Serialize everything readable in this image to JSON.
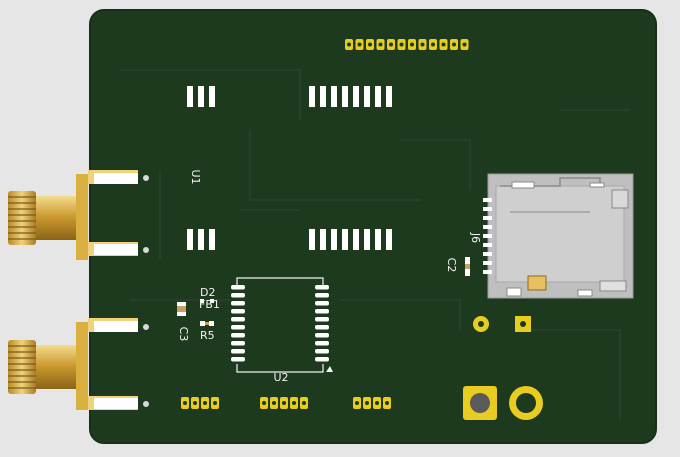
{
  "colors": {
    "background": "#e6e6e6",
    "board": "#1e3a1e",
    "board_edge": "#16301a",
    "copper_pad": "#ffffff",
    "gold": "#e8cd20",
    "connector_gold": "#d4a83a",
    "card_socket": "#bfbfbf",
    "silkscreen": "#f2f2f2"
  },
  "labels": {
    "u1": "U1",
    "u2": "U2",
    "d2": "D2",
    "fb1": "FB1",
    "r5": "R5",
    "c3": "C3",
    "c2": "C2",
    "j6": "J6"
  },
  "components": {
    "sma_connectors": 2,
    "top_header_pins": 12,
    "bottom_header_pins": [
      4,
      5,
      4
    ],
    "u2_pins_per_side": 10,
    "sd_card_socket": "micro-sd-socket"
  }
}
